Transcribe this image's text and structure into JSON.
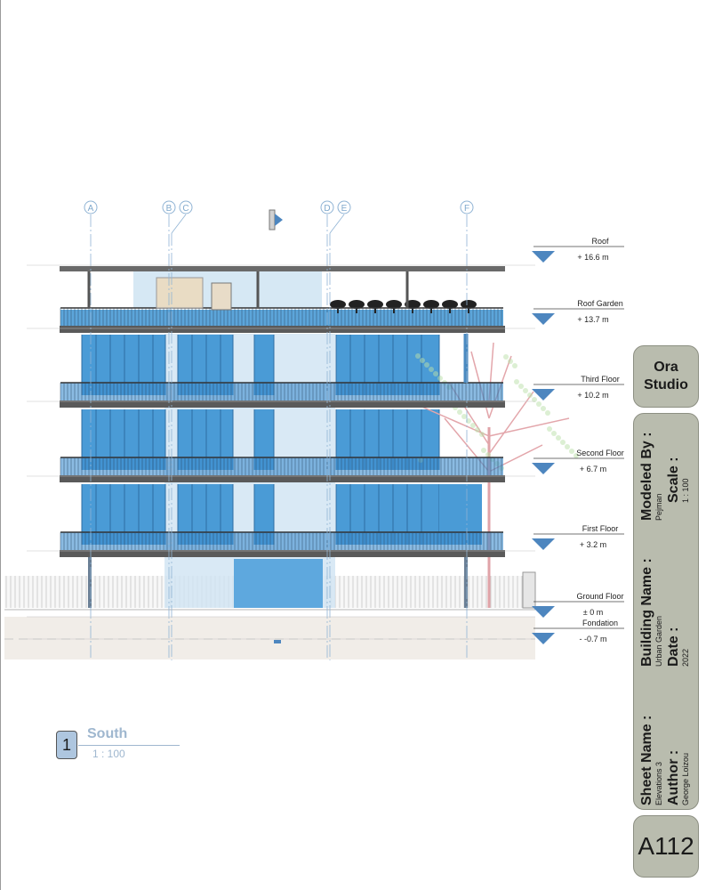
{
  "view": {
    "number": "1",
    "name": "South",
    "scale": "1 : 100"
  },
  "grid_lines": [
    "A",
    "B",
    "C",
    "D",
    "E",
    "F"
  ],
  "levels": [
    {
      "name": "Roof",
      "elevation": "+ 16.6 m"
    },
    {
      "name": "Roof Garden",
      "elevation": "+ 13.7 m"
    },
    {
      "name": "Third Floor",
      "elevation": "+ 10.2 m"
    },
    {
      "name": "Second Floor",
      "elevation": "+ 6.7 m"
    },
    {
      "name": "First Floor",
      "elevation": "+ 3.2 m"
    },
    {
      "name": "Ground Floor",
      "elevation": "± 0 m"
    },
    {
      "name": "Fondation",
      "elevation": "- -0.7 m"
    }
  ],
  "title_block": {
    "studio_line1": "Ora",
    "studio_line2": "Studio",
    "modeled_by_label": "Modeled By :",
    "modeled_by": "Pejman",
    "scale_label": "Scale :",
    "scale": "1 : 100",
    "building_name_label": "Building Name :",
    "building_name": "Urban Garden",
    "date_label": "Date :",
    "date": "2022",
    "sheet_name_label": "Sheet Name :",
    "sheet_name": "Elevations 3",
    "author_label": "Author :",
    "author": "George Loizou",
    "sheet_number": "A112"
  },
  "colors": {
    "glass": "#4a9bd6",
    "glass_light": "#aacde9",
    "slab": "#5a5a5a",
    "grid": "#7fa8cc",
    "title_block": "#b9bcae",
    "ground": "#f1ede8"
  }
}
